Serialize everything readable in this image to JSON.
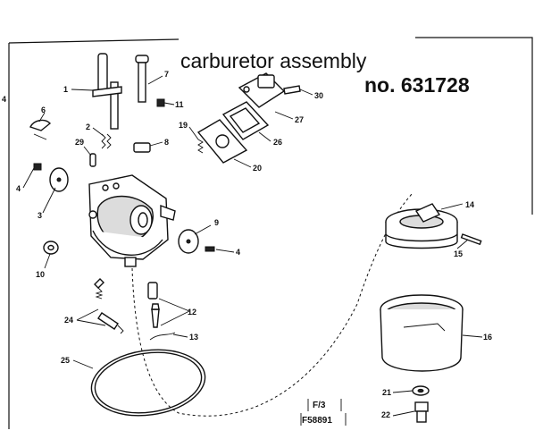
{
  "diagram": {
    "title": "carburetor assembly",
    "model_number": "no. 631728",
    "figure_code_top": "F/3",
    "figure_code_bottom": "F58891",
    "callouts": [
      "1",
      "2",
      "3",
      "4",
      "4",
      "4",
      "6",
      "7",
      "8",
      "9",
      "10",
      "11",
      "12",
      "13",
      "14",
      "15",
      "16",
      "19",
      "20",
      "21",
      "22",
      "24",
      "25",
      "26",
      "27",
      "29",
      "30"
    ]
  }
}
